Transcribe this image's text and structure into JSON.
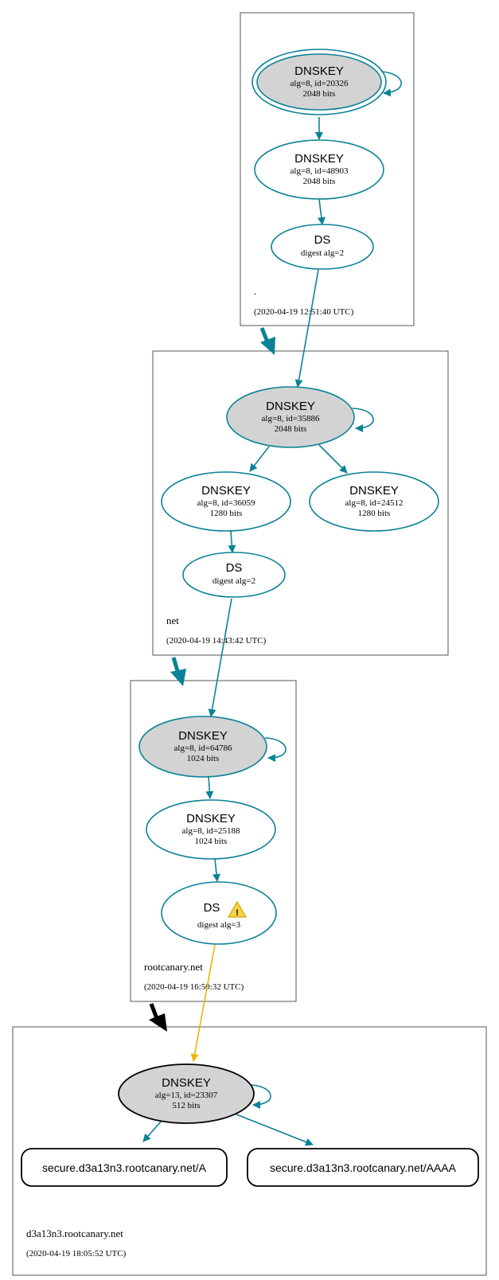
{
  "colors": {
    "secure": "#0a8296",
    "warning_edge": "#f0b400",
    "ksk_fill": "#d3d3d3",
    "delegation_insecure": "#000000"
  },
  "zones": {
    "root": {
      "name": ".",
      "time": "(2020-04-19 12:51:40 UTC)"
    },
    "net": {
      "name": "net",
      "time": "(2020-04-19 14:43:42 UTC)"
    },
    "rootcanary": {
      "name": "rootcanary.net",
      "time": "(2020-04-19 16:50:32 UTC)"
    },
    "d3a13n3": {
      "name": "d3a13n3.rootcanary.net",
      "time": "(2020-04-19 18:05:52 UTC)"
    }
  },
  "nodes": {
    "root_ksk": {
      "title": "DNSKEY",
      "line1": "alg=8, id=20326",
      "line2": "2048 bits"
    },
    "root_zsk": {
      "title": "DNSKEY",
      "line1": "alg=8, id=48903",
      "line2": "2048 bits"
    },
    "root_ds": {
      "title": "DS",
      "line1": "digest alg=2"
    },
    "net_ksk": {
      "title": "DNSKEY",
      "line1": "alg=8, id=35886",
      "line2": "2048 bits"
    },
    "net_zsk1": {
      "title": "DNSKEY",
      "line1": "alg=8, id=36059",
      "line2": "1280 bits"
    },
    "net_zsk2": {
      "title": "DNSKEY",
      "line1": "alg=8, id=24512",
      "line2": "1280 bits"
    },
    "net_ds": {
      "title": "DS",
      "line1": "digest alg=2"
    },
    "rc_ksk": {
      "title": "DNSKEY",
      "line1": "alg=8, id=64786",
      "line2": "1024 bits"
    },
    "rc_zsk": {
      "title": "DNSKEY",
      "line1": "alg=8, id=25188",
      "line2": "1024 bits"
    },
    "rc_ds": {
      "title": "DS",
      "line1": "digest alg=3",
      "warning_icon": "warning-triangle-icon"
    },
    "leaf_key": {
      "title": "DNSKEY",
      "line1": "alg=13, id=23307",
      "line2": "512 bits"
    },
    "rr_a": {
      "label": "secure.d3a13n3.rootcanary.net/A"
    },
    "rr_aaaa": {
      "label": "secure.d3a13n3.rootcanary.net/AAAA"
    }
  }
}
